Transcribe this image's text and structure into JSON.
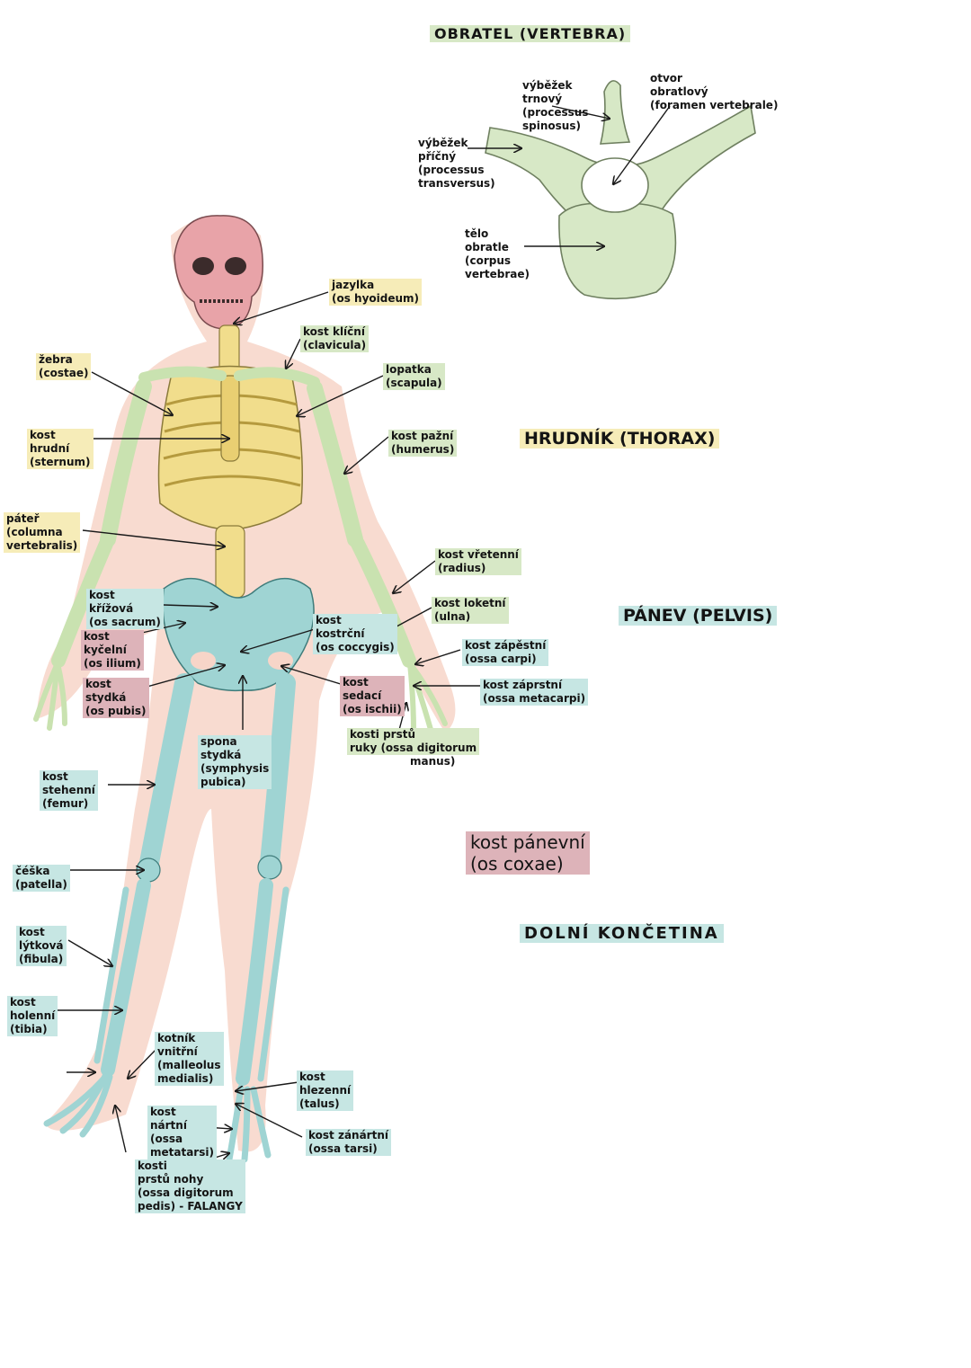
{
  "headings": {
    "vertebra": "OBRATEL (VERTEBRA)",
    "thorax": "HRUDNÍK (THORAX)",
    "pelvis": "PÁNEV (PELVIS)",
    "os_coxae_line1": "kost pánevní",
    "os_coxae_line2": "(os coxae)",
    "lower_limb": "DOLNÍ KONČETINA"
  },
  "colors": {
    "skull": "#e8a3a8",
    "thorax": "#f1dd8c",
    "upper_limb": "#c9e2b0",
    "pelvis_lower_limb": "#9fd4d3",
    "pelvis_highlight": "#ddb3b9",
    "body_outline": "#f7d5c8"
  },
  "labels": {
    "processus_spinosus": [
      "výběžek",
      "trnový",
      "(processus",
      "spinosus)"
    ],
    "foramen": [
      "otvor",
      "obratlový",
      "(foramen vertebrale)"
    ],
    "processus_transversus": [
      "výběžek",
      "příčný",
      "(processus",
      "transversus)"
    ],
    "corpus": [
      "tělo",
      "obratle",
      "(corpus",
      "vertebrae)"
    ],
    "hyoideum": [
      "jazylka",
      "(os hyoideum)"
    ],
    "clavicula": [
      "kost klíční",
      "(clavicula)"
    ],
    "costae": [
      "žebra",
      "(costae)"
    ],
    "scapula": [
      "lopatka",
      "(scapula)"
    ],
    "sternum": [
      "kost",
      "hrudní",
      "(sternum)"
    ],
    "humerus": [
      "kost pažní",
      "(humerus)"
    ],
    "columna": [
      "páteř",
      "(columna",
      "vertebralis)"
    ],
    "radius": [
      "kost vřetenní",
      "(radius)"
    ],
    "ulna": [
      "kost loketní",
      "(ulna)"
    ],
    "sacrum": [
      "kost",
      "křížová",
      "(os sacrum)"
    ],
    "ilium": [
      "kost",
      "kyčelní",
      "(os ilium)"
    ],
    "coccygis": [
      "kost",
      "kostrční",
      "(os coccygis)"
    ],
    "carpi": [
      "kost zápěstní",
      "(ossa carpi)"
    ],
    "pubis": [
      "kost",
      "stydká",
      "(os pubis)"
    ],
    "ischii": [
      "kost",
      "sedací",
      "(os ischii)"
    ],
    "metacarpi": [
      "kost záprstní",
      "(ossa metacarpi)"
    ],
    "manus": [
      "kosti prstů",
      "ruky (ossa digitorum",
      "manus)"
    ],
    "symphysis": [
      "spona",
      "stydká",
      "(symphysis",
      "pubica)"
    ],
    "femur": [
      "kost",
      "stehenní",
      "(femur)"
    ],
    "patella": [
      "čéška",
      "(patella)"
    ],
    "fibula": [
      "kost",
      "lýtková",
      "(fibula)"
    ],
    "tibia": [
      "kost",
      "holenní",
      "(tibia)"
    ],
    "malleolus": [
      "kotník",
      "vnitřní",
      "(malleolus",
      "medialis)"
    ],
    "talus": [
      "kost",
      "hlezenní",
      "(talus)"
    ],
    "metatarsi": [
      "kost",
      "nártní",
      "(ossa",
      "metatarsi)"
    ],
    "tarsi": [
      "kost zánártní",
      "(ossa tarsi)"
    ],
    "pedis": [
      "kosti",
      "prstů nohy",
      "(ossa digitorum",
      "pedis) - FALANGY"
    ]
  }
}
